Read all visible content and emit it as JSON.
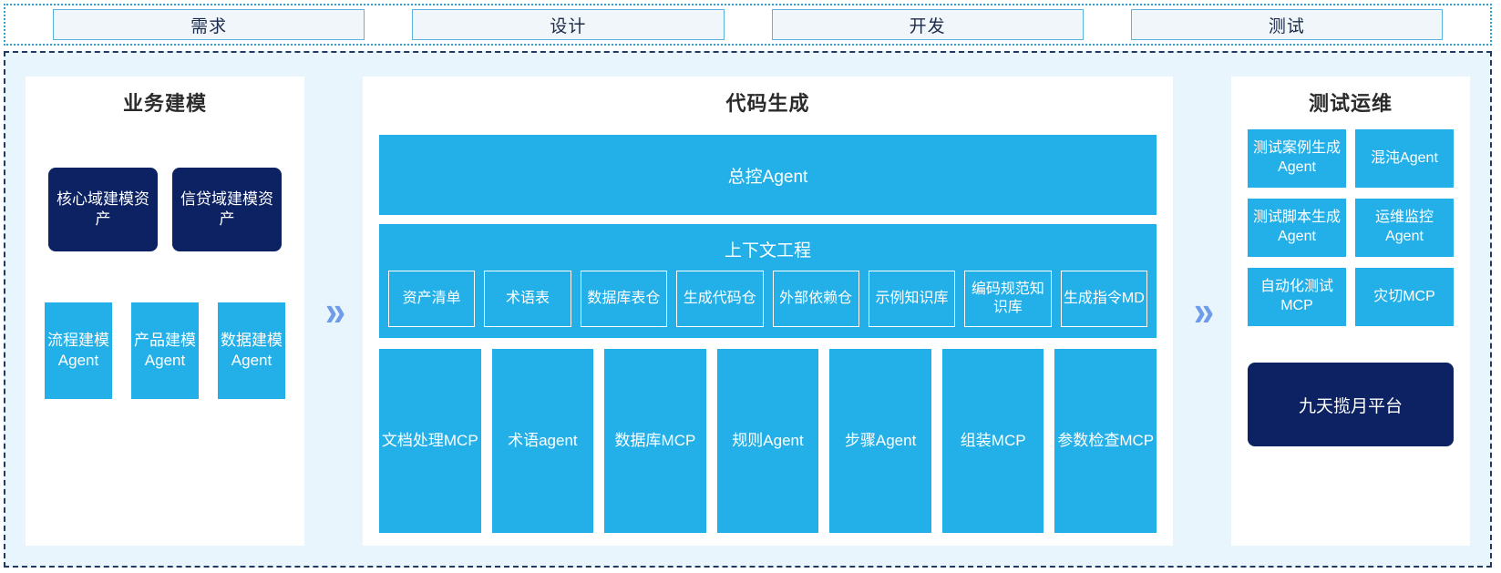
{
  "phases": {
    "tabs": [
      {
        "label": "需求"
      },
      {
        "label": "设计"
      },
      {
        "label": "开发"
      },
      {
        "label": "测试"
      }
    ]
  },
  "arrows": {
    "glyph": "»",
    "color": "#6f9ce9",
    "name": "double-chevron-right"
  },
  "colors": {
    "navy": "#0d2263",
    "cyan": "#23b0e8",
    "panel_bg": "#ffffff",
    "area_bg": "#e9f5fd",
    "tab_bg": "#f1f6fa",
    "tab_border": "#5bb4e0",
    "area_border": "#23395e",
    "strip_border": "#2e9fd4"
  },
  "business": {
    "title": "业务建模",
    "assets": [
      {
        "label": "核心域建模资产"
      },
      {
        "label": "信贷域建模资产"
      }
    ],
    "agents": [
      {
        "label": "流程建模Agent"
      },
      {
        "label": "产品建模Agent"
      },
      {
        "label": "数据建模Agent"
      }
    ]
  },
  "codegen": {
    "title": "代码生成",
    "master_agent": "总控Agent",
    "context": {
      "title": "上下文工程",
      "items": [
        {
          "label": "资产清单"
        },
        {
          "label": "术语表"
        },
        {
          "label": "数据库表仓"
        },
        {
          "label": "生成代码仓"
        },
        {
          "label": "外部依赖仓"
        },
        {
          "label": "示例知识库"
        },
        {
          "label": "编码规范知识库"
        },
        {
          "label": "生成指令MD"
        }
      ]
    },
    "tools": [
      {
        "label": "文档处理MCP",
        "wrap": true
      },
      {
        "label": "术语agent",
        "wrap": false
      },
      {
        "label": "数据库MCP",
        "wrap": true
      },
      {
        "label": "规则Agent",
        "wrap": false
      },
      {
        "label": "步骤Agent",
        "wrap": false
      },
      {
        "label": "组装MCP",
        "wrap": false
      },
      {
        "label": "参数检查MCP",
        "wrap": true
      }
    ]
  },
  "testops": {
    "title": "测试运维",
    "rows": [
      [
        {
          "label": "测试案例生成Agent"
        },
        {
          "label": "混沌Agent"
        }
      ],
      [
        {
          "label": "测试脚本生成Agent"
        },
        {
          "label": "运维监控Agent"
        }
      ],
      [
        {
          "label": "自动化测试MCP"
        },
        {
          "label": "灾切MCP"
        }
      ]
    ],
    "platform": "九天揽月平台"
  }
}
